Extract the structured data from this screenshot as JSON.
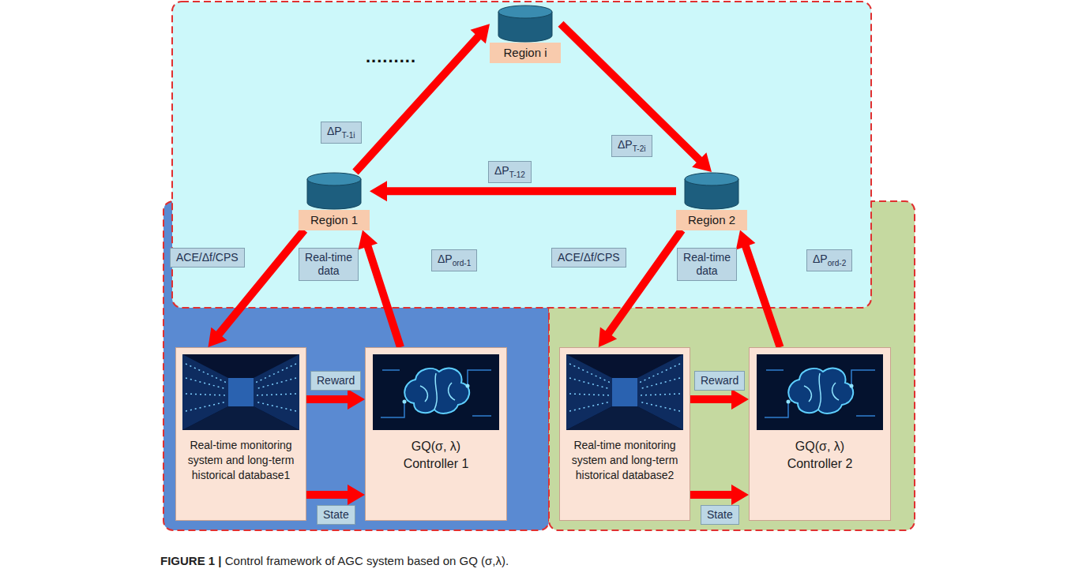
{
  "diagram": {
    "caption": "FIGURE 1 | Control framework of AGC system based on GQ (σ,λ).",
    "nodes": [
      {
        "text": [
          "Region i"
        ]
      },
      {
        "text": [
          "Region 1"
        ]
      },
      {
        "text": [
          "Region 2"
        ]
      },
      {
        "text": [
          "Real-time monitoring system and long-term historical database1"
        ]
      },
      {
        "text": [
          "GQ(σ, λ) Controller 1"
        ]
      },
      {
        "text": [
          "Real-time monitoring system and long-term historical database2"
        ]
      },
      {
        "text": [
          "GQ(σ, λ) Controller 2"
        ]
      }
    ],
    "edges": [
      {
        "from": 1,
        "to": 0,
        "arrow": "to",
        "label": "ΔPT-1i"
      },
      {
        "from": 0,
        "to": 2,
        "arrow": "to",
        "label": "ΔPT-2i"
      },
      {
        "from": 2,
        "to": 1,
        "arrow": "to",
        "label": "ΔPT-12"
      },
      {
        "from": 1,
        "to": 3,
        "arrow": "to",
        "label": "ACE/Δf/CPS"
      },
      {
        "from": 4,
        "to": 1,
        "arrow": "to",
        "label": "ΔPord-1"
      },
      {
        "from": 3,
        "to": 4,
        "arrow": "to",
        "label": "Reward"
      },
      {
        "from": 3,
        "to": 4,
        "arrow": "to",
        "label": "State"
      },
      {
        "from": 2,
        "to": 5,
        "arrow": "to",
        "label": "ACE/Δf/CPS"
      },
      {
        "from": 6,
        "to": 2,
        "arrow": "to",
        "label": "ΔPord-2"
      },
      {
        "from": 5,
        "to": 6,
        "arrow": "to",
        "label": "Reward"
      },
      {
        "from": 5,
        "to": 6,
        "arrow": "to",
        "label": "State"
      }
    ],
    "labels": [
      ".........",
      "Real-time data",
      "Real-time data"
    ]
  }
}
